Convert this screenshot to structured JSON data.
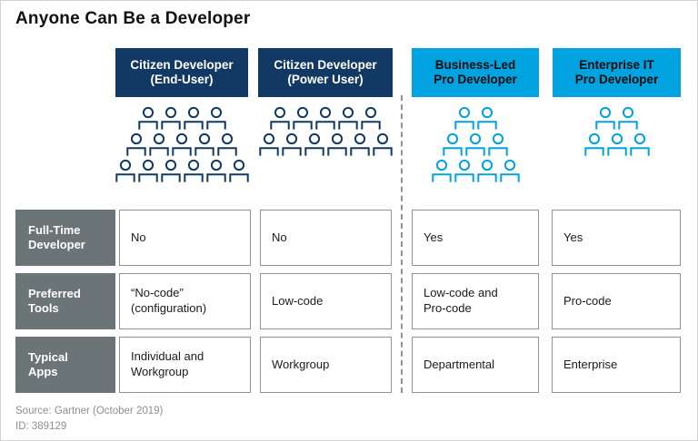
{
  "slide": {
    "title": "Anyone Can Be a Developer",
    "colors": {
      "navy": "#123963",
      "cyan": "#00a3e0",
      "label_grey": "#6b7577",
      "border_grey": "#8d9496",
      "footer_grey": "#8a8f91"
    }
  },
  "columns": [
    {
      "id": "citizen-end-user",
      "header_line1": "Citizen Developer",
      "header_line2": "(End-User)",
      "style": "navy",
      "people_count": 15,
      "people_rows": [
        4,
        5,
        6
      ]
    },
    {
      "id": "citizen-power-user",
      "header_line1": "Citizen Developer",
      "header_line2": "(Power User)",
      "style": "navy",
      "people_count": 11,
      "people_rows": [
        5,
        6
      ]
    },
    {
      "id": "business-led-pro",
      "header_line1": "Business-Led",
      "header_line2": "Pro Developer",
      "style": "cyan",
      "people_count": 9,
      "people_rows": [
        2,
        3,
        4
      ]
    },
    {
      "id": "enterprise-it-pro",
      "header_line1": "Enterprise IT",
      "header_line2": "Pro Developer",
      "style": "cyan",
      "people_count": 5,
      "people_rows": [
        2,
        3
      ]
    }
  ],
  "rows": [
    {
      "id": "full-time-developer",
      "label_line1": "Full-Time",
      "label_line2": "Developer",
      "cells": [
        {
          "line1": "No",
          "line2": ""
        },
        {
          "line1": "No",
          "line2": ""
        },
        {
          "line1": "Yes",
          "line2": ""
        },
        {
          "line1": "Yes",
          "line2": ""
        }
      ]
    },
    {
      "id": "preferred-tools",
      "label_line1": "Preferred",
      "label_line2": "Tools",
      "cells": [
        {
          "line1": "“No-code”",
          "line2": "(configuration)"
        },
        {
          "line1": "Low-code",
          "line2": ""
        },
        {
          "line1": "Low-code and",
          "line2": "Pro-code"
        },
        {
          "line1": "Pro-code",
          "line2": ""
        }
      ]
    },
    {
      "id": "typical-apps",
      "label_line1": "Typical",
      "label_line2": "Apps",
      "cells": [
        {
          "line1": "Individual and",
          "line2": "Workgroup"
        },
        {
          "line1": "Workgroup",
          "line2": ""
        },
        {
          "line1": "Departmental",
          "line2": ""
        },
        {
          "line1": "Enterprise",
          "line2": ""
        }
      ]
    }
  ],
  "footer": {
    "source": "Source: Gartner (October 2019)",
    "id": "ID: 389129"
  },
  "icons": {
    "person": "person-icon"
  }
}
